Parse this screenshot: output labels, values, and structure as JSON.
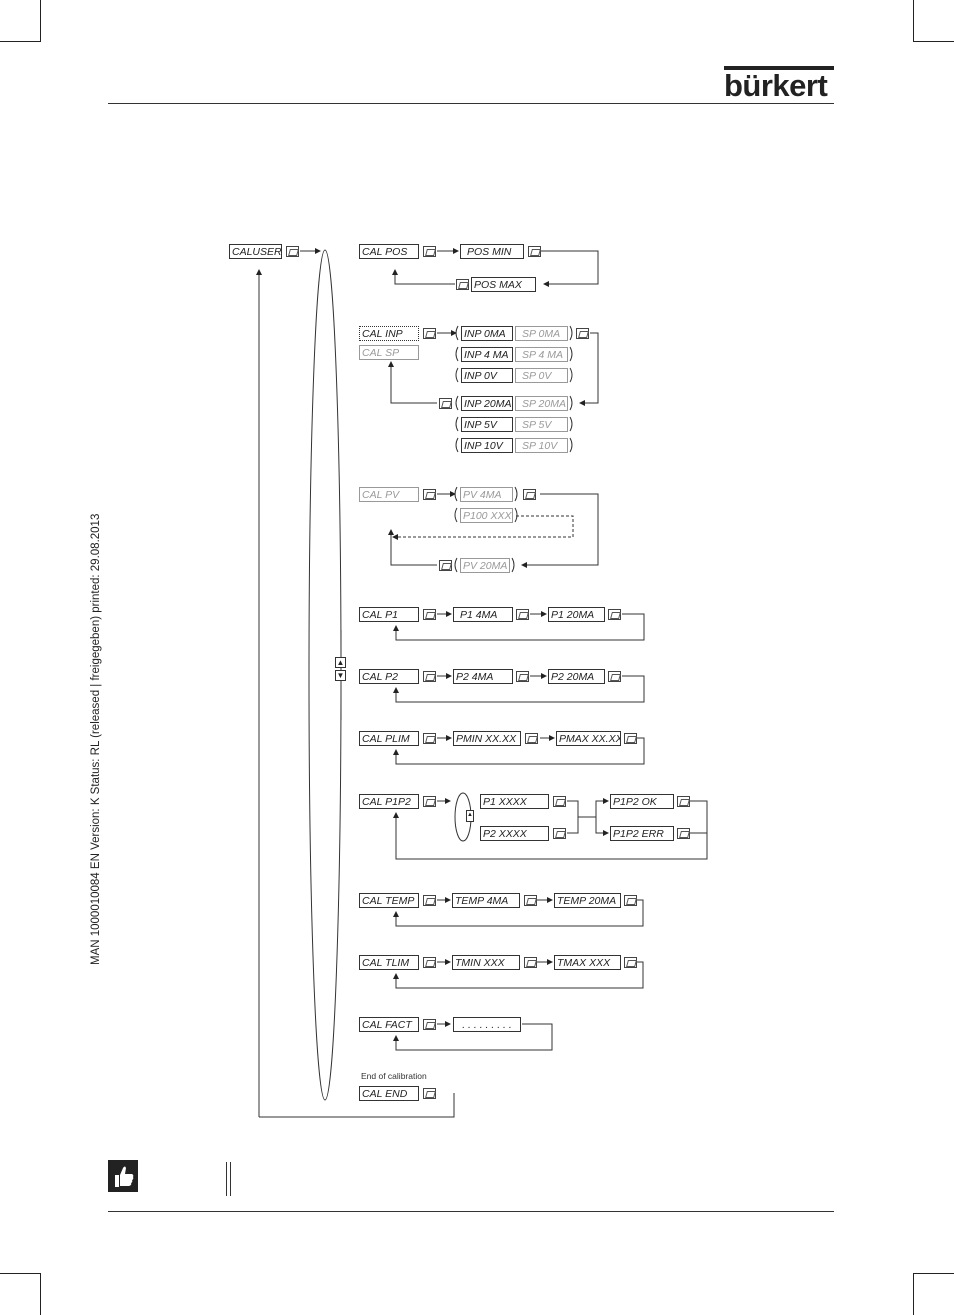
{
  "header": {
    "brand": "bürkert"
  },
  "sidebar_text": "MAN  1000010084  EN  Version: K  Status: RL (released | freigegeben)  printed: 29.08.2013",
  "diagram": {
    "root": "CALUSER",
    "cal_pos": {
      "label": "CAL POS",
      "min": "POS MIN",
      "max": "POS  MAX"
    },
    "cal_inp": {
      "label": "CAL INP",
      "alt": "CAL SP",
      "rows": [
        {
          "inp": "INP 0MA",
          "sp": "SP 0MA"
        },
        {
          "inp": "INP 4 MA",
          "sp": "SP 4 MA"
        },
        {
          "inp": "INP 0V",
          "sp": "SP 0V"
        },
        {
          "inp": "INP 20MA",
          "sp": "SP 20MA"
        },
        {
          "inp": "INP 5V",
          "sp": "SP 5V"
        },
        {
          "inp": "INP 10V",
          "sp": "SP 10V"
        }
      ]
    },
    "cal_pv": {
      "label": "CAL PV",
      "v1": "PV 4MA",
      "v2": "P100 XXX",
      "v3": "PV 20MA"
    },
    "cal_p1": {
      "label": "CAL P1",
      "a": "P1  4MA",
      "b": "P1  20MA"
    },
    "cal_p2": {
      "label": "CAL P2",
      "a": "P2  4MA",
      "b": "P2  20MA"
    },
    "cal_plim": {
      "label": "CAL PLIM",
      "a": "PMIN  XX.XX",
      "b": "PMAX  XX.XX"
    },
    "cal_p1p2": {
      "label": "CAL P1P2",
      "a": "P1 XXXX",
      "b": "P2 XXXX",
      "ok": "P1P2 OK",
      "err": "P1P2 ERR"
    },
    "cal_temp": {
      "label": "CAL TEMP",
      "a": "TEMP   4MA",
      "b": "TEMP  20MA"
    },
    "cal_tlim": {
      "label": "CAL TLIM",
      "a": "TMIN XXX",
      "b": "TMAX XXX"
    },
    "cal_fact": {
      "label": "CAL FACT",
      "a": ". . . . . . . . ."
    },
    "cal_end": {
      "note": "End of calibration",
      "label": "CAL END"
    }
  }
}
